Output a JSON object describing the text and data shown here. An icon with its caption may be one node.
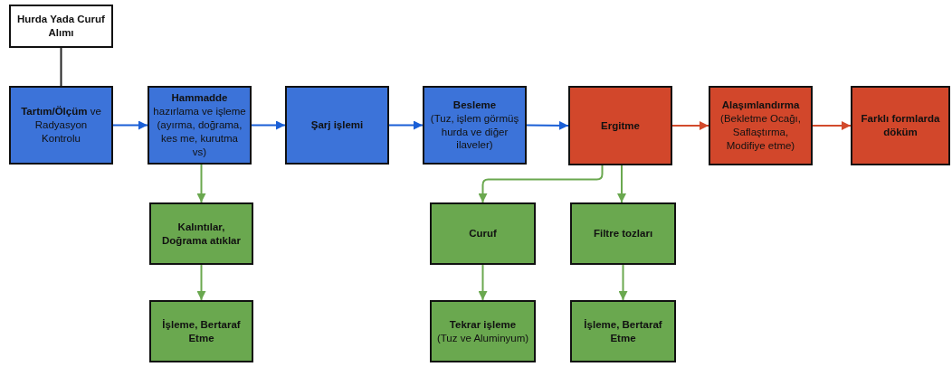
{
  "diagram": {
    "nodes": [
      {
        "text": [
          "Hurda Yada Curuf Alımı"
        ]
      },
      {
        "text": [
          "**Tartım/Ölçüm** ve Radyasyon Kontrolu"
        ]
      },
      {
        "text": [
          "Hammadde",
          "hazırlama ve işleme (ayırma, doğrama, kes me, kurutma vs)"
        ]
      },
      {
        "text": [
          "Şarj işlemi"
        ]
      },
      {
        "text": [
          "Besleme",
          "(Tuz, işlem görmüş hurda ve diğer ilaveler)"
        ]
      },
      {
        "text": [
          "Ergitme"
        ]
      },
      {
        "text": [
          "Alaşımlandırma",
          "(Bekletme Ocağı, Saflaştırma, Modifiye etme)"
        ]
      },
      {
        "text": [
          "Farklı formlarda döküm"
        ]
      },
      {
        "text": [
          "Kalıntılar, Doğrama atıklar"
        ]
      },
      {
        "text": [
          "İşleme, Bertaraf Etme"
        ]
      },
      {
        "text": [
          "Curuf"
        ]
      },
      {
        "text": [
          "Filtre tozları"
        ]
      },
      {
        "text": [
          "Tekrar işleme",
          "(Tuz ve Aluminyum)"
        ]
      },
      {
        "text": [
          "İşleme, Bertaraf Etme"
        ]
      }
    ],
    "edges": [
      {
        "from": 0,
        "to": 1,
        "arrow": "none",
        "color": "#222222"
      },
      {
        "from": 1,
        "to": 2,
        "arrow": "to",
        "color": "#1a5fd6"
      },
      {
        "from": 2,
        "to": 3,
        "arrow": "to",
        "color": "#1a5fd6"
      },
      {
        "from": 3,
        "to": 4,
        "arrow": "to",
        "color": "#1a5fd6"
      },
      {
        "from": 4,
        "to": 5,
        "arrow": "to",
        "color": "#1a5fd6"
      },
      {
        "from": 5,
        "to": 6,
        "arrow": "to",
        "color": "#d24a2c"
      },
      {
        "from": 6,
        "to": 7,
        "arrow": "to",
        "color": "#d24a2c"
      },
      {
        "from": 2,
        "to": 8,
        "arrow": "to"
      },
      {
        "from": 8,
        "to": 9,
        "arrow": "to"
      },
      {
        "from": 5,
        "to": 10,
        "arrow": "to"
      },
      {
        "from": 5,
        "to": 11,
        "arrow": "to"
      },
      {
        "from": 10,
        "to": 12,
        "arrow": "to"
      },
      {
        "from": 11,
        "to": 13,
        "arrow": "to"
      }
    ]
  }
}
